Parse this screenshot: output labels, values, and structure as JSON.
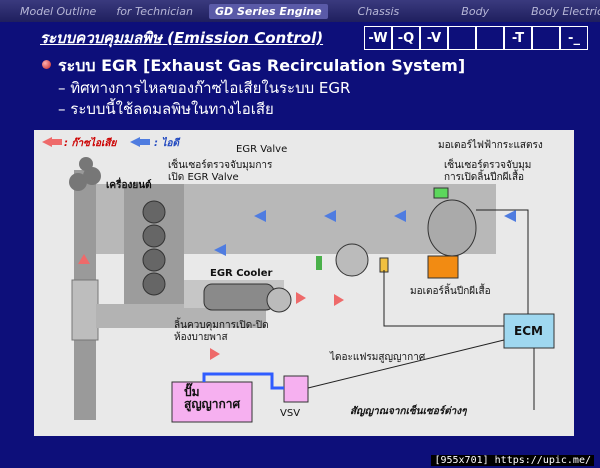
{
  "nav": {
    "items": [
      "Model Outline",
      "for Technician",
      "GD Series Engine",
      "Chassis",
      "Body",
      "Body Electrical"
    ],
    "active_index": 2
  },
  "title": "ระบบควบคุมมลพิษ (Emission Control)",
  "codes": [
    "-W",
    "-Q",
    "-V",
    "",
    "",
    "-T",
    "",
    "-_"
  ],
  "heading": "ระบบ EGR [Exhaust Gas Recirculation System]",
  "subs": [
    "–  ทิศทางการไหลของก๊าซไอเสียในระบบ EGR",
    "–  ระบบนี้ใช้ลดมลพิษในทางไอเสีย"
  ],
  "diagram": {
    "legend_exhaust": ": ก๊าซไอเสีย",
    "legend_intake": ": ไอดี",
    "engine": "เครื่องยนต์",
    "egr_valve": "EGR Valve",
    "egr_sensor": "เซ็นเซอร์ตรวจจับมุมการ\nเปิด EGR Valve",
    "motor_flap": "มอเตอร์ไฟฟ้ากระแสตรง",
    "throttle_sensor": "เซ็นเซอร์ตรวจจับมุม\nการเปิดลิ้นปีกผีเสื้อ",
    "egr_cooler": "EGR Cooler",
    "throttle_motor": "มอเตอร์ลิ้นปีกผีเสื้อ",
    "bypass_valve": "ลิ้นควบคุมการเปิด-ปิด\nห้องบายพาส",
    "diaphragm": "ไดอะแฟรมสูญญากาศ",
    "ecm": "ECM",
    "vacuum_pump": "ปั๊ม\nสูญญากาศ",
    "vsv": "VSV",
    "sensor_signals": "สัญญาณจากเซ็นเซอร์ต่างๆ"
  },
  "watermark": "[955x701] https://upic.me/",
  "colors": {
    "exhaust": "#ee6a6a",
    "intake": "#4f7ce0",
    "ecm": "#9fd8f0",
    "pump": "#f6b0f0",
    "motor": "#f28b12"
  }
}
